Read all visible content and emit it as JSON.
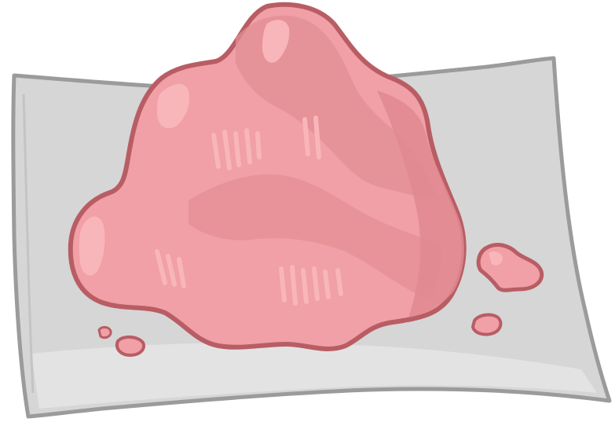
{
  "scene": {
    "subject": "",
    "colors": {
      "background": "#ffffff",
      "paper_fill": "#d6d6d6",
      "paper_edge": "#9b9b9b",
      "paper_highlight": "#e9e9e9",
      "dough_outline": "#b95d64",
      "dough_base": "#f0a0a6",
      "dough_shadow": "#e38d94",
      "dough_highlight": "#f8b6bb"
    },
    "elements": [
      "wax-paper-sheet",
      "dough-blob",
      "dough-crumb-right-large",
      "dough-crumb-right-small",
      "dough-crumb-left-small",
      "dough-crumb-left-tiny"
    ]
  }
}
